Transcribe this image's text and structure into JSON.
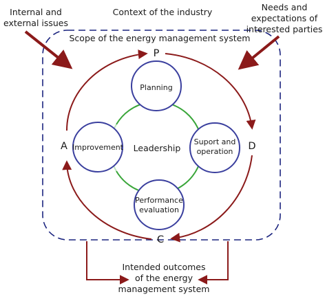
{
  "context": {
    "industry": "Context of the industry",
    "scope": "Scope of the energy management system",
    "issues": [
      "Internal and",
      "external issues"
    ],
    "needs": [
      "Needs and",
      "expectations of",
      "interested parties"
    ],
    "outcomes": [
      "Intended outcomes",
      "of the energy",
      "management system"
    ]
  },
  "cycle": {
    "p": "P",
    "d": "D",
    "c": "C",
    "a": "A"
  },
  "nodes": {
    "center": "Leadership",
    "planning": [
      "Planning"
    ],
    "support": [
      "Suport and",
      "operation"
    ],
    "performance": [
      "Performance",
      "evaluation"
    ],
    "improvement": [
      "Improvement"
    ]
  },
  "colors": {
    "arrow": "#8b1a1a",
    "scope_border": "#1a237e",
    "node_circle": "#3a3f9e",
    "leadership_ring": "#3aa63a",
    "leadership_ring_light": "#bfe3bf"
  }
}
